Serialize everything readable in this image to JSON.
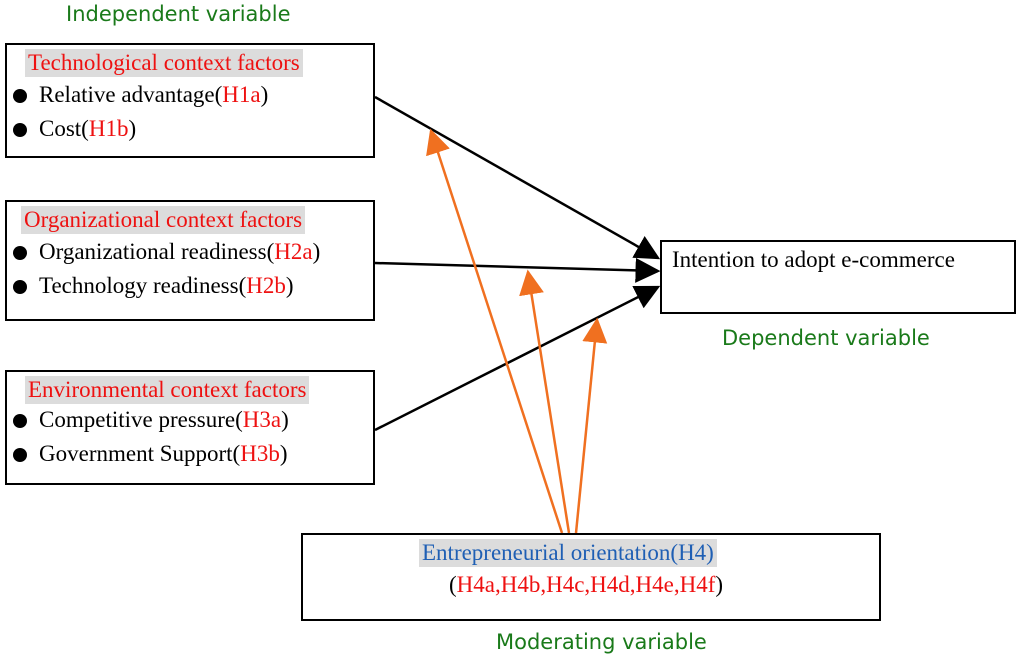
{
  "labels": {
    "independent": "Independent variable",
    "dependent": "Dependent variable",
    "moderating": "Moderating variable"
  },
  "tech": {
    "title": "Technological context factors",
    "items": [
      {
        "text": "Relative advantage(",
        "code": "H1a",
        "close": ")"
      },
      {
        "text": "Cost(",
        "code": "H1b",
        "close": ")"
      }
    ]
  },
  "org": {
    "title": "Organizational context factors",
    "items": [
      {
        "text": "Organizational readiness(",
        "code": "H2a",
        "close": ")"
      },
      {
        "text": "Technology readiness(",
        "code": "H2b",
        "close": ")"
      }
    ]
  },
  "env": {
    "title": "Environmental context factors",
    "items": [
      {
        "text": "Competitive pressure(",
        "code": "H3a",
        "close": ")"
      },
      {
        "text": "Government Support(",
        "code": "H3b",
        "close": ")"
      }
    ]
  },
  "dependent_box": {
    "text": "Intention to adopt e-commerce"
  },
  "moderator": {
    "title": "Entrepreneurial orientation(H4)",
    "open": "(",
    "codes": "H4a,H4b,H4c,H4d,H4e,H4f",
    "close": ")"
  },
  "colors": {
    "black_arrow": "#000000",
    "orange_arrow": "#f07020",
    "green_label": "#1a7a1a",
    "red_text": "#ee1111",
    "blue_text": "#1f5fb4"
  }
}
